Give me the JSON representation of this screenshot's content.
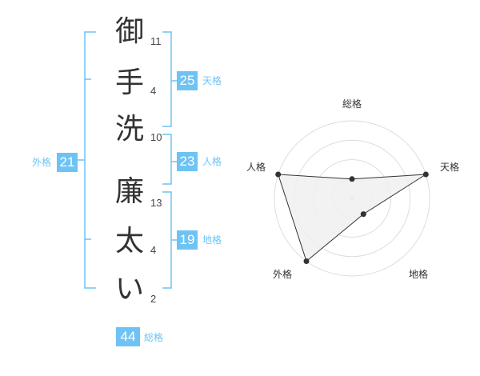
{
  "name_chars": [
    {
      "char": "御",
      "strokes": "11"
    },
    {
      "char": "手",
      "strokes": "4"
    },
    {
      "char": "洗",
      "strokes": "10"
    },
    {
      "char": "廉",
      "strokes": "13"
    },
    {
      "char": "太",
      "strokes": "4"
    },
    {
      "char": "い",
      "strokes": "2"
    }
  ],
  "kaku": {
    "tenkaku": {
      "value": "25",
      "label": "天格"
    },
    "jinkaku": {
      "value": "23",
      "label": "人格"
    },
    "chikaku": {
      "value": "19",
      "label": "地格"
    },
    "gaikaku": {
      "value": "21",
      "label": "外格"
    },
    "soukaku": {
      "value": "44",
      "label": "総格"
    }
  },
  "colors": {
    "accent": "#6ec3f4",
    "text": "#333333",
    "grid": "#dddddd",
    "fill": "#f0f0f0"
  },
  "chart_data": {
    "type": "radar",
    "axes": [
      "総格",
      "天格",
      "地格",
      "外格",
      "人格"
    ],
    "values": [
      1,
      4,
      1,
      4,
      4
    ],
    "max": 4,
    "rings": 4
  }
}
